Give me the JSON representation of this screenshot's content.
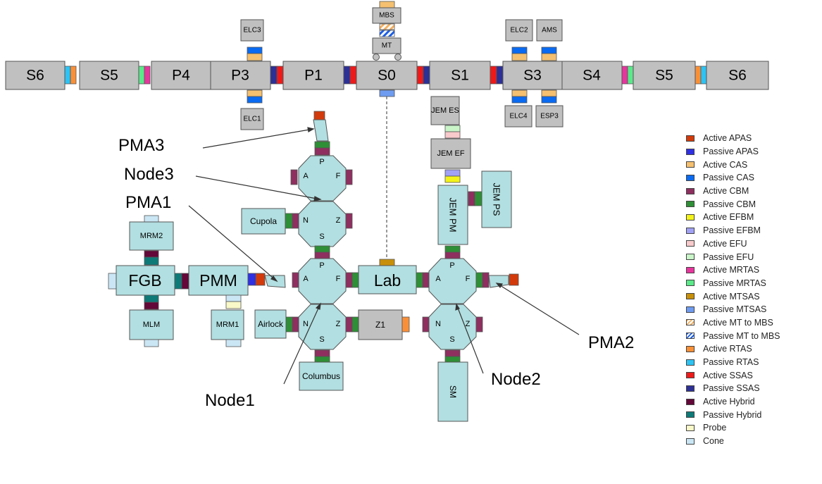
{
  "modules": {
    "truss": [
      "S6",
      "S5",
      "P4",
      "P3",
      "P1",
      "S0",
      "S1",
      "S3",
      "S4",
      "S5",
      "S6"
    ],
    "small_truss": [
      "ELC3",
      "ELC1",
      "MBS",
      "MT",
      "ELC2",
      "AMS",
      "ELC4",
      "ESP3"
    ],
    "jem": [
      "JEM ES",
      "JEM EF",
      "JEM PM",
      "JEM PS"
    ],
    "others": [
      "Cupola",
      "Lab",
      "Z1",
      "PMM",
      "Airlock",
      "Columbus",
      "SM",
      "FGB",
      "MRM2",
      "MLM",
      "MRM1"
    ]
  },
  "node_ports": {
    "node3": [
      "P",
      "A",
      "F",
      "N",
      "S",
      "Z"
    ],
    "node1": [
      "P",
      "A",
      "F",
      "N",
      "S",
      "Z"
    ],
    "node2": [
      "P",
      "A",
      "F",
      "N",
      "S",
      "Z"
    ]
  },
  "callouts": [
    "PMA3",
    "Node3",
    "PMA1",
    "Node1",
    "Node2",
    "PMA2"
  ],
  "legend": [
    {
      "label": "Active APAS",
      "color": "#d33a0b"
    },
    {
      "label": "Passive APAS",
      "color": "#2f30e3"
    },
    {
      "label": "Active CAS",
      "color": "#f5c070"
    },
    {
      "label": "Passive CAS",
      "color": "#0a6bf2"
    },
    {
      "label": "Active CBM",
      "color": "#8e2f5f"
    },
    {
      "label": "Passive CBM",
      "color": "#2e8f36"
    },
    {
      "label": "Active EFBM",
      "color": "#f3f31a"
    },
    {
      "label": "Passive EFBM",
      "color": "#a1a1f5"
    },
    {
      "label": "Active EFU",
      "color": "#f8cacc"
    },
    {
      "label": "Passive EFU",
      "color": "#c9f5c9"
    },
    {
      "label": "Active MRTAS",
      "color": "#e8359e"
    },
    {
      "label": "Passive MRTAS",
      "color": "#5be98a"
    },
    {
      "label": "Active MTSAS",
      "color": "#c8900a"
    },
    {
      "label": "Passive MTSAS",
      "color": "#6f9cf0"
    },
    {
      "label": "Active MT to MBS",
      "color": "hatch-orange"
    },
    {
      "label": "Passive MT to MBS",
      "color": "hatch-blue"
    },
    {
      "label": "Active RTAS",
      "color": "#f99038"
    },
    {
      "label": "Passive RTAS",
      "color": "#2ec3f3"
    },
    {
      "label": "Active SSAS",
      "color": "#ee1a1a"
    },
    {
      "label": "Passive SSAS",
      "color": "#2d3095"
    },
    {
      "label": "Active Hybrid",
      "color": "#630838"
    },
    {
      "label": "Passive Hybrid",
      "color": "#0e7a78"
    },
    {
      "label": "Probe",
      "color": "#f8f8c8"
    },
    {
      "label": "Cone",
      "color": "#cae6f5"
    }
  ],
  "colors": {
    "module_gray": "#c0c0c0",
    "pressurized_module": "#b2dfe1",
    "outline": "#555555"
  }
}
